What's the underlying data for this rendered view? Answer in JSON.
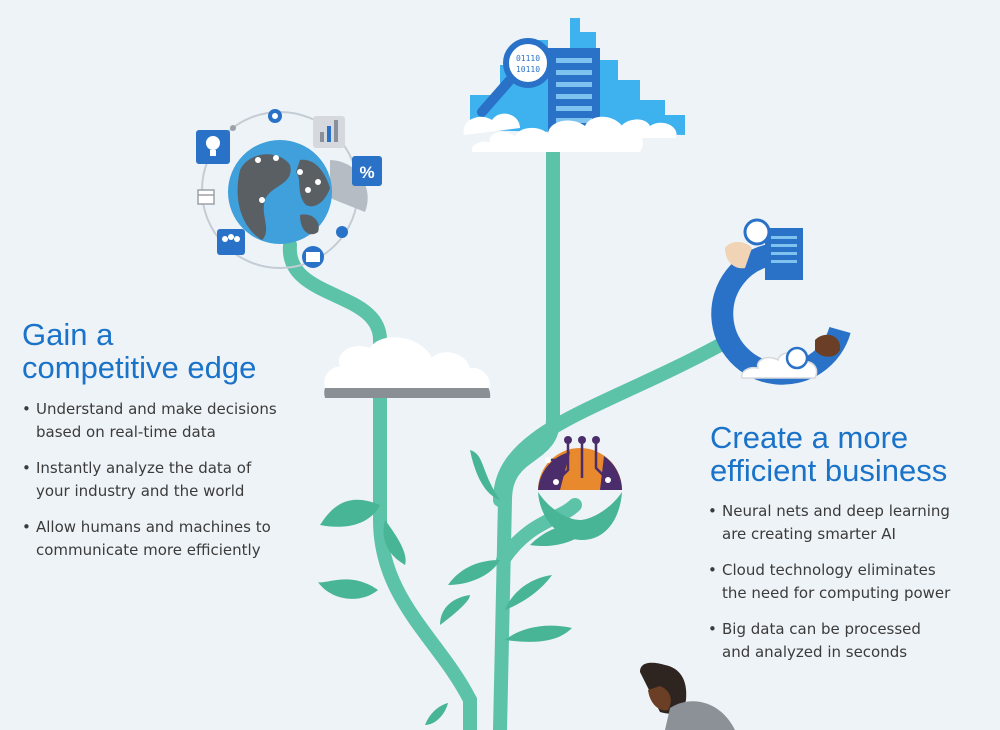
{
  "left_section": {
    "heading_line1": "Gain a",
    "heading_line2": "competitive edge",
    "bullets": [
      {
        "line1": "Understand and make decisions",
        "line2": "based on real-time data"
      },
      {
        "line1": "Instantly analyze the data of",
        "line2": "your industry and the world"
      },
      {
        "line1": "Allow humans and machines to",
        "line2": "communicate more efficiently"
      }
    ]
  },
  "right_section": {
    "heading_line1": "Create a more",
    "heading_line2": "efficient business",
    "bullets": [
      {
        "line1": "Neural nets and deep learning",
        "line2": "are creating smarter AI"
      },
      {
        "line1": "Cloud technology eliminates",
        "line2": "the need for computing power"
      },
      {
        "line1": "Big data can be processed",
        "line2": "and analyzed in seconds"
      }
    ]
  },
  "illustration": {
    "globe_label_percent": "%",
    "binary_line1": "01110",
    "binary_line2": "10110"
  },
  "colors": {
    "heading": "#1a73c9",
    "body_text": "#3b3b3b",
    "background": "#eef3f7",
    "stem": "#5cc3a8",
    "leaf": "#48b596",
    "cloud": "#ffffff",
    "server_blue": "#2a72c7",
    "city_light_blue": "#3eb2ee",
    "chip_orange": "#e8892e",
    "chip_purple": "#4b2d6b"
  },
  "icons": [
    "globe-icon",
    "lightbulb-icon",
    "bar-chart-icon",
    "percent-icon",
    "calendar-icon",
    "people-icon",
    "folder-icon",
    "magnifier-icon",
    "server-icon",
    "circuit-brain-icon",
    "cycle-arrows-icon",
    "cloud-icon"
  ]
}
